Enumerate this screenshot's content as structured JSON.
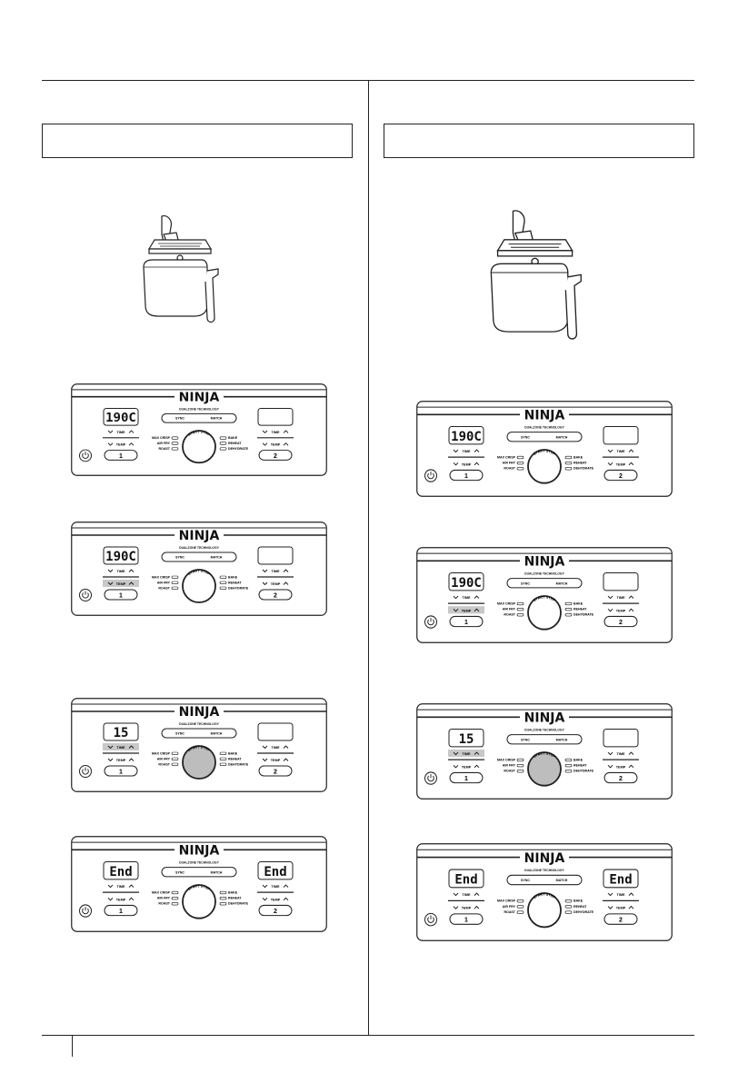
{
  "brand": {
    "name": "NINJA",
    "technology": "DUALZONE TECHNOLOGY"
  },
  "controls": {
    "sync": "SYNC",
    "match": "MATCH",
    "start_stop": "START STOP",
    "time": "TIME",
    "temp": "TEMP",
    "zone_1": "1",
    "zone_2": "2",
    "modes_left": [
      "MAX CRISP",
      "AIR FRY",
      "ROAST"
    ],
    "modes_right": [
      "BAKE",
      "REHEAT",
      "DEHYDRATE"
    ]
  },
  "columns": [
    {
      "id": "left",
      "panels": [
        {
          "zone1_display": "190C",
          "zone2_display": "",
          "highlight": "none",
          "dial_active": false
        },
        {
          "zone1_display": "190C",
          "zone2_display": "",
          "highlight": "temp",
          "dial_active": false
        },
        {
          "zone1_display": "15",
          "zone2_display": "",
          "highlight": "time",
          "dial_active": true
        },
        {
          "zone1_display": "End",
          "zone2_display": "End",
          "highlight": "none",
          "dial_active": false
        }
      ]
    },
    {
      "id": "right",
      "panels": [
        {
          "zone1_display": "190C",
          "zone2_display": "",
          "highlight": "none",
          "dial_active": false
        },
        {
          "zone1_display": "190C",
          "zone2_display": "",
          "highlight": "temp",
          "dial_active": false
        },
        {
          "zone1_display": "15",
          "zone2_display": "",
          "highlight": "time",
          "dial_active": true
        },
        {
          "zone1_display": "End",
          "zone2_display": "End",
          "highlight": "none",
          "dial_active": false
        }
      ]
    }
  ],
  "colors": {
    "line": "#222222",
    "highlight": "#c8c8c8",
    "dial_active": "#bdbdbd"
  }
}
